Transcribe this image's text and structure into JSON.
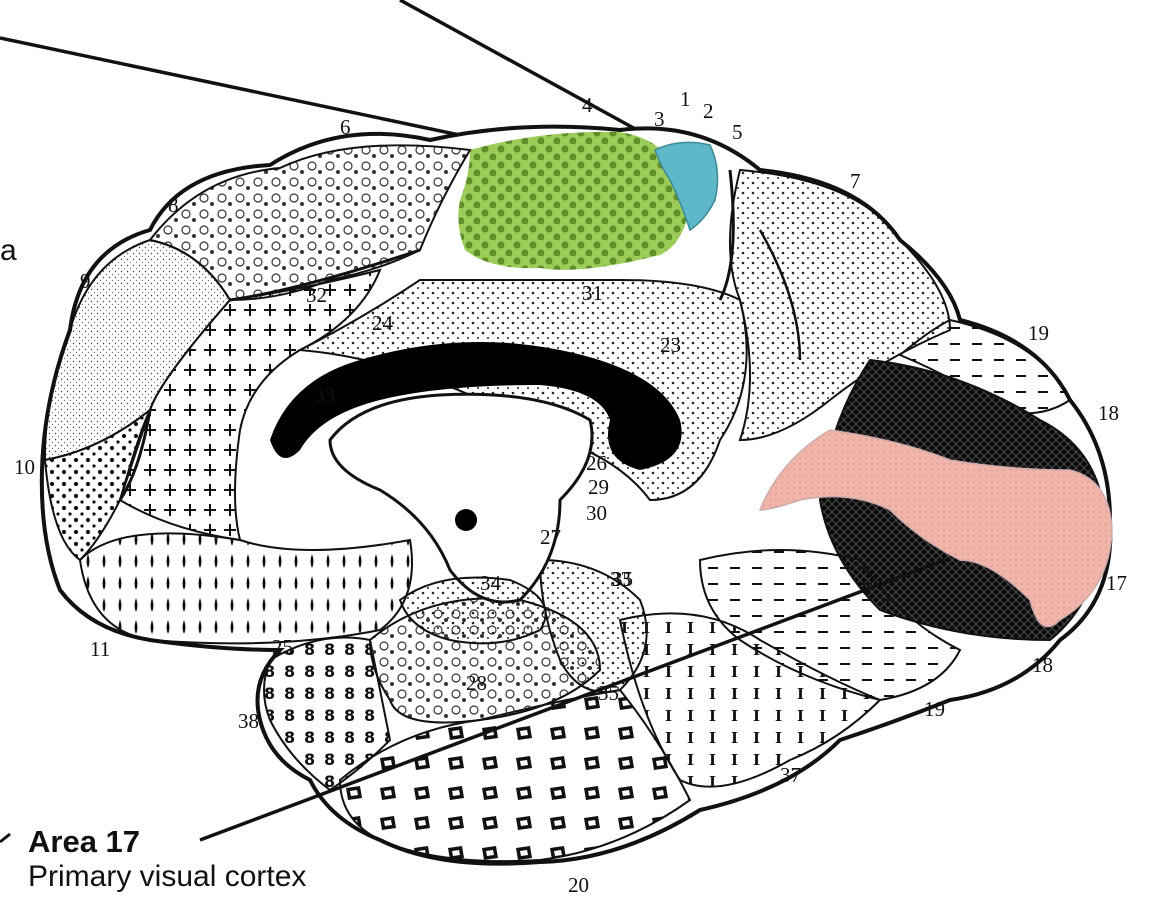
{
  "cut_label": "a",
  "caption": {
    "title": "Area 17",
    "subtitle": "Primary visual cortex"
  },
  "area_numbers": [
    "1",
    "2",
    "3",
    "5",
    "6",
    "7",
    "8",
    "9",
    "10",
    "11",
    "17",
    "18",
    "18",
    "19",
    "19",
    "20",
    "24",
    "25",
    "26",
    "27",
    "28",
    "29",
    "30",
    "31",
    "32",
    "33",
    "34",
    "35",
    "37",
    "38",
    "23",
    "4",
    "33",
    "35"
  ],
  "colors": {
    "area_17_highlight": "#f0b4a8",
    "motor_highlight": "#8fc24a",
    "somatosensory_highlight": "#5fb8c8",
    "corpus_callosum": "#000000",
    "outline": "#111111"
  },
  "icons": [
    "leader-line",
    "brain-medial-surface"
  ]
}
